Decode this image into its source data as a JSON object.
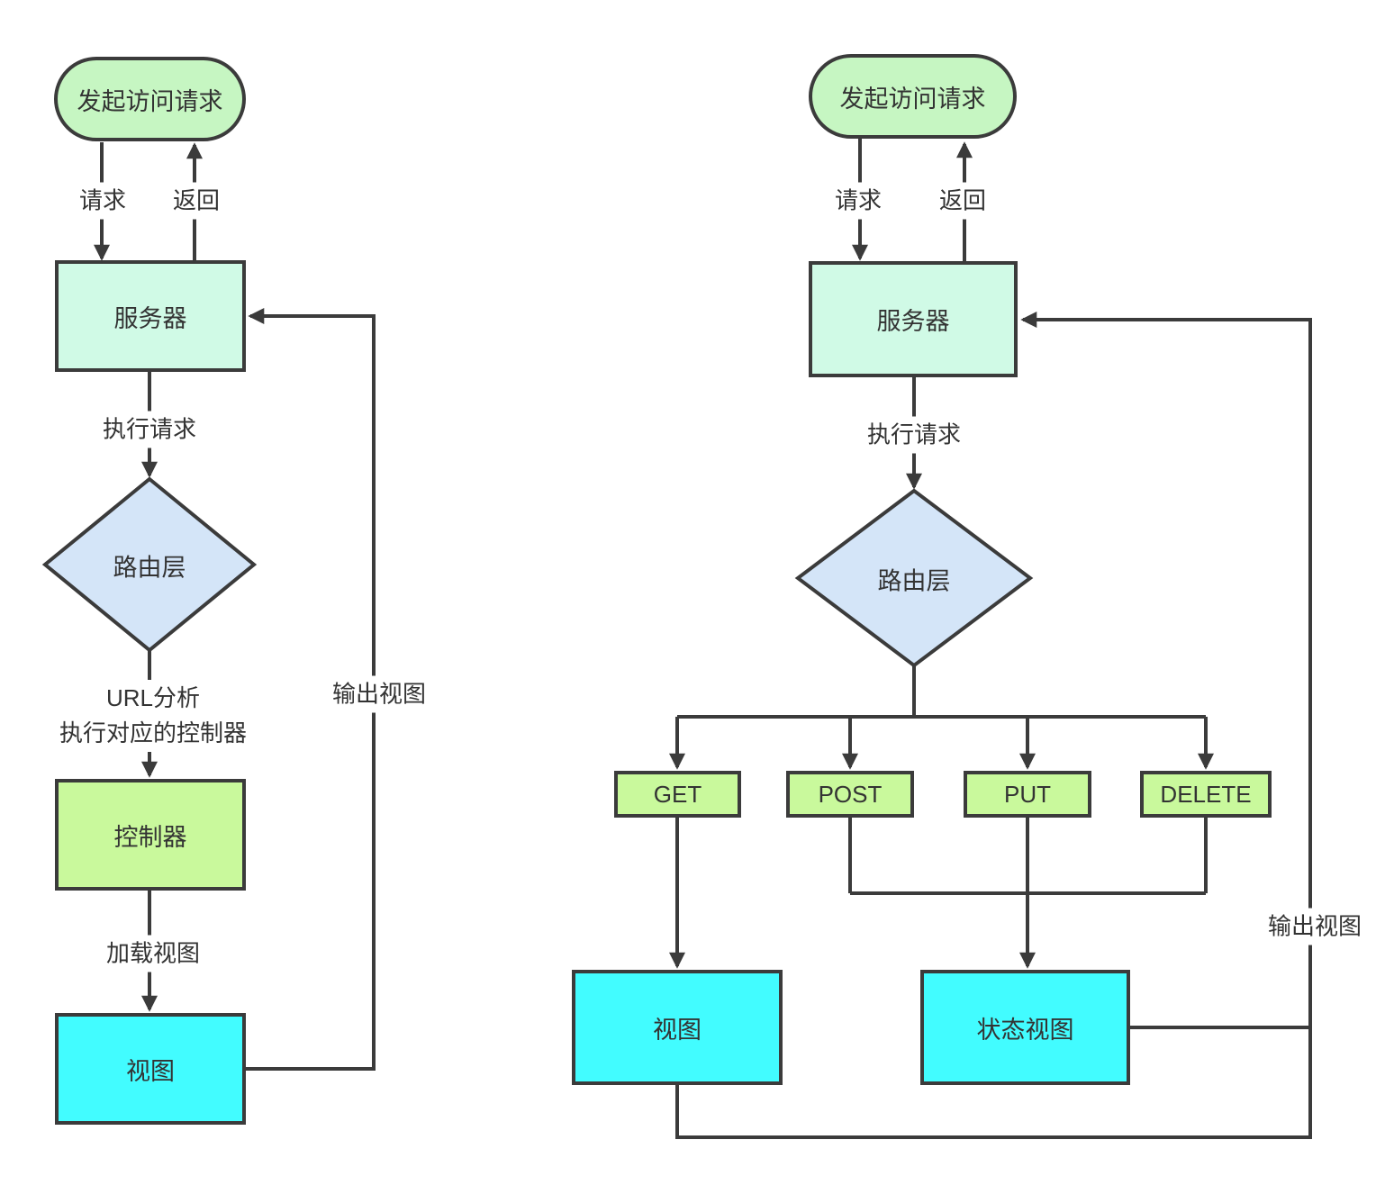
{
  "colors": {
    "start_fill": "#c6f6c2",
    "server_fill": "#d0fae6",
    "router_fill": "#d4e5f8",
    "method_fill": "#c9f99c",
    "view_fill": "#42fcff",
    "stroke": "#3b3b3b",
    "text": "#333333",
    "background": "#ffffff"
  },
  "left_chart": {
    "start_label": "发起访问请求",
    "server_label": "服务器",
    "router_label": "路由层",
    "controller_label": "控制器",
    "view_label": "视图",
    "edge_labels": {
      "request": "请求",
      "back": "返回",
      "execute": "执行请求",
      "url_analyze_line1": "URL分析",
      "url_analyze_line2": "执行对应的控制器",
      "load_view": "加载视图",
      "output_view": "输出视图"
    }
  },
  "right_chart": {
    "start_label": "发起访问请求",
    "server_label": "服务器",
    "router_label": "路由层",
    "methods": [
      "GET",
      "POST",
      "PUT",
      "DELETE"
    ],
    "view_label": "视图",
    "status_view_label": "状态视图",
    "edge_labels": {
      "request": "请求",
      "back": "返回",
      "execute": "执行请求",
      "output_view": "输出视图"
    }
  }
}
